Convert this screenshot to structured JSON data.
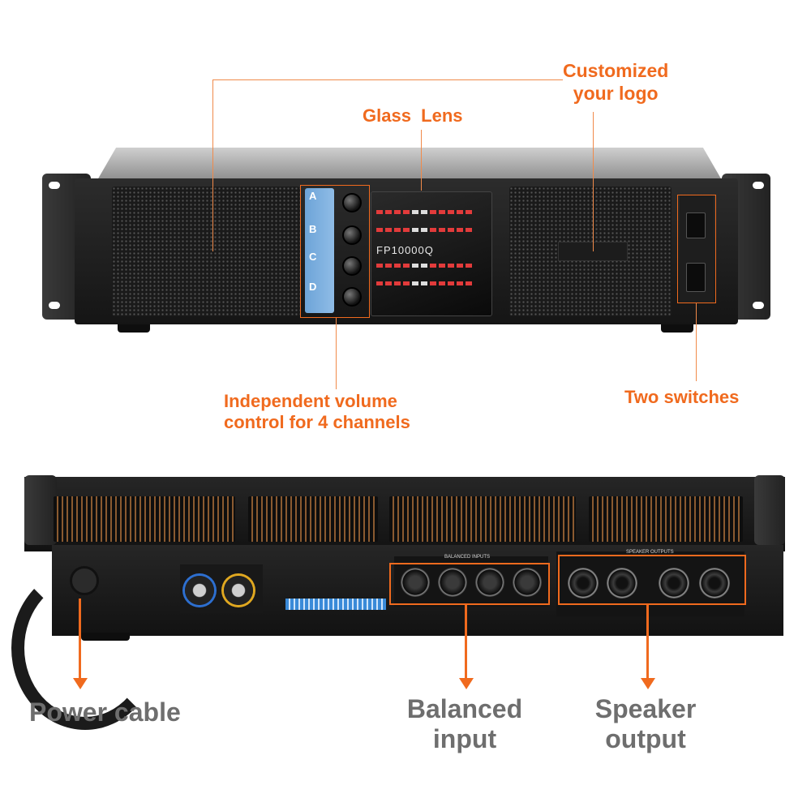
{
  "callouts": {
    "custom_logo_line1": "Customized",
    "custom_logo_line2": "your logo",
    "glass_lens": "Glass  Lens",
    "volume_line1": "Independent volume",
    "volume_line2": "control for 4 channels",
    "two_switches": "Two switches",
    "power_cable": "Power cable",
    "balanced_line1": "Balanced",
    "balanced_line2": "input",
    "speaker_line1": "Speaker",
    "speaker_line2": "output"
  },
  "front_panel": {
    "model": "FP10000Q",
    "channels": [
      "A",
      "B",
      "C",
      "D"
    ]
  },
  "rear_panel": {
    "balanced_inputs_label": "BALANCED INPUTS",
    "speaker_outputs_label": "SPEAKER OUTPUTS"
  },
  "colors": {
    "accent": "#f06a1e",
    "grey_text": "#6e6e6e",
    "channel_strip": "#7aaee0"
  }
}
